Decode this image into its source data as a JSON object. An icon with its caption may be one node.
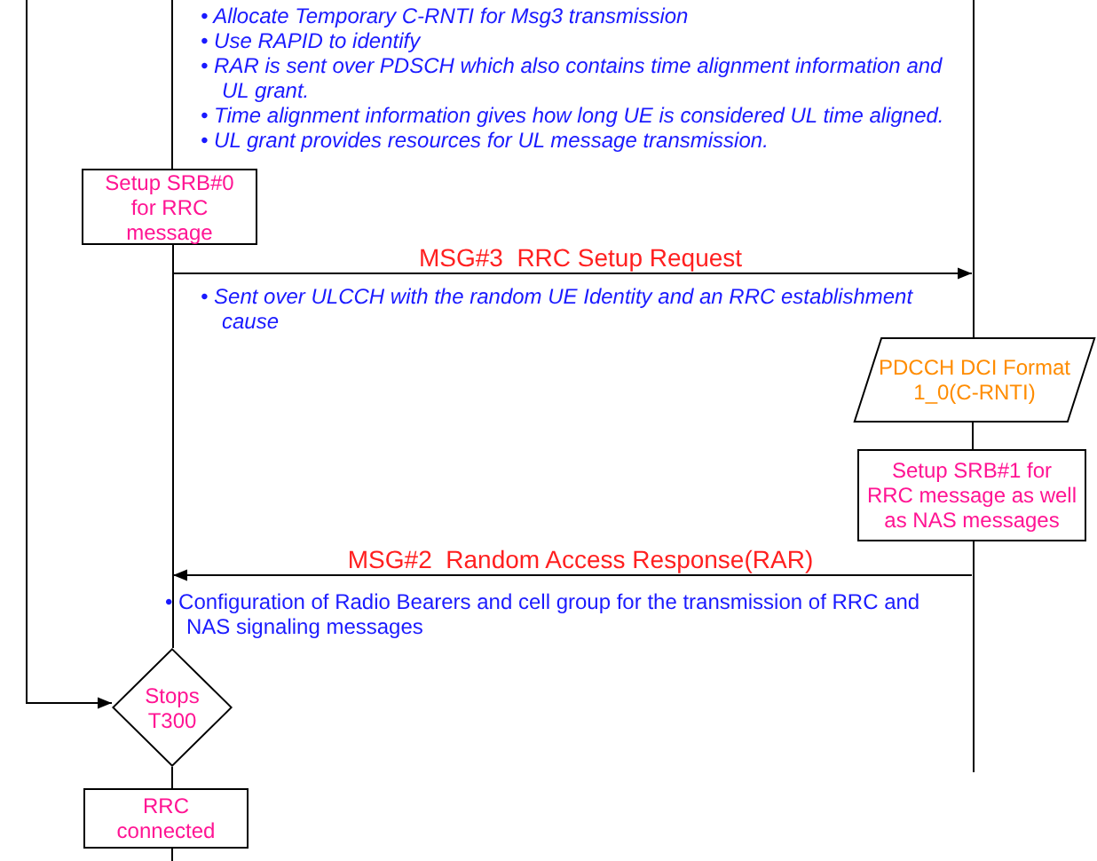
{
  "diagram": {
    "nodes": [
      {
        "text": [
          "Setup SRB#0 for RRC message"
        ]
      },
      {
        "text": [
          "PDCCH DCI Format 1_0(C-RNTI)"
        ]
      },
      {
        "text": [
          "Setup SRB#1 for RRC message as well as NAS messages"
        ]
      },
      {
        "text": [
          "Stops T300"
        ]
      },
      {
        "text": [
          "RRC connected"
        ]
      },
      {
        "text": [],
        "shape": "line"
      },
      {
        "text": [],
        "shape": "line"
      },
      {
        "text": [],
        "shape": "line"
      }
    ],
    "edges": [
      {
        "from": 5,
        "to": 6,
        "arrow": "to",
        "label": "MSG#3  RRC Setup Request"
      },
      {
        "from": 7,
        "to": 5,
        "arrow": "to",
        "label": "MSG#2  Random Access Response(RAR)"
      },
      {
        "from": null,
        "to": 3,
        "arrow": "to"
      },
      {
        "from": null,
        "to": 0,
        "arrow": "none"
      },
      {
        "from": 3,
        "to": 4,
        "arrow": "none"
      },
      {
        "from": 4,
        "to": null,
        "arrow": "none"
      },
      {
        "from": 1,
        "to": 2,
        "arrow": "none"
      }
    ],
    "labels": [
      "• Allocate Temporary C-RNTI for Msg3 transmission",
      "• Use RAPID to identify",
      "• RAR is sent over PDSCH which also contains time alignment information and UL grant.",
      "• Time alignment information gives how long UE is considered UL time aligned.",
      "• UL grant provides resources for UL message transmission.",
      "• Sent over ULCCH with the random UE Identity and an RRC establishment cause",
      "• Configuration of Radio Bearers and cell group for the transmission of RRC and NAS signaling messages"
    ]
  }
}
